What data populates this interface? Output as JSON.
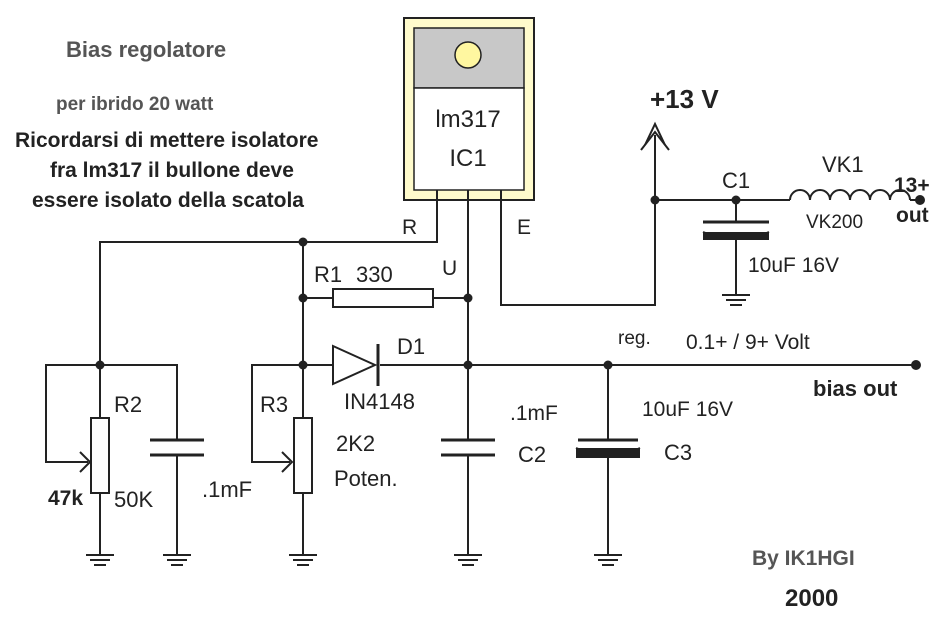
{
  "title": "Bias regolatore",
  "subtitle": "per ibrido 20 watt",
  "note": [
    "Ricordarsi di mettere isolatore",
    "fra lm317 il bullone deve",
    "essere  isolato della scatola"
  ],
  "ic": {
    "part": "lm317",
    "ref": "IC1",
    "pin_r": "R",
    "pin_u": "U",
    "pin_e": "E"
  },
  "supply": {
    "label": "+13 V"
  },
  "c1": {
    "ref": "C1",
    "value": "10uF 16V"
  },
  "vk1": {
    "ref": "VK1",
    "value": "VK200"
  },
  "out13": {
    "line1": "13+",
    "line2": "out"
  },
  "r1": {
    "ref": "R1",
    "value": "330"
  },
  "d1": {
    "ref": "D1",
    "value": "IN4148"
  },
  "reg": {
    "label": "reg.",
    "range": "0.1+ / 9+ Volt"
  },
  "bias_out": "bias out",
  "r2": {
    "ref": "R2",
    "value1": "47k",
    "value2": "50K"
  },
  "r3": {
    "ref": "R3",
    "value": "2K2",
    "type": "Poten."
  },
  "cap_left": ".1mF",
  "c2": {
    "ref": "C2",
    "value": ".1mF"
  },
  "c3": {
    "ref": "C3",
    "value": "10uF 16V"
  },
  "author": "By IK1HGI",
  "year": "2000",
  "colors": {
    "ic_body": "#fffbcc",
    "ic_tab": "#c8c8c8",
    "ic_hole": "#fff7a0",
    "ink": "#222222"
  }
}
